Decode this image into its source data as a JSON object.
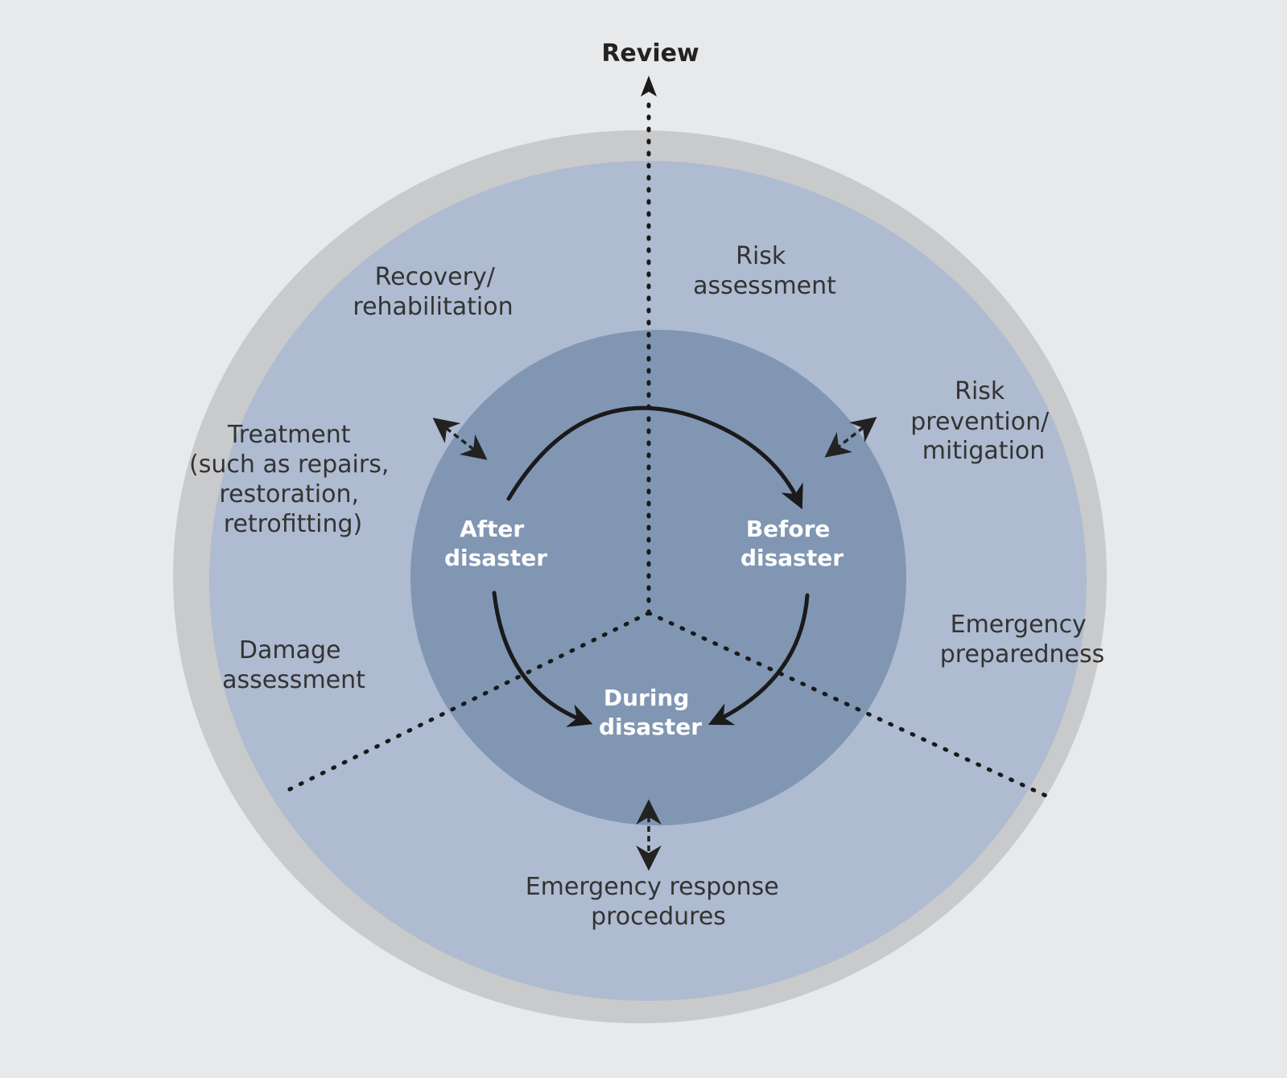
{
  "diagram": {
    "review": "Review",
    "outer_ring": {
      "risk_assessment": [
        "Risk",
        "assessment"
      ],
      "risk_prevention": [
        "Risk",
        "prevention/",
        "mitigation"
      ],
      "emergency_preparedness": [
        "Emergency",
        "preparedness"
      ],
      "emergency_response": [
        "Emergency response",
        "procedures"
      ],
      "damage_assessment": [
        "Damage",
        "assessment"
      ],
      "treatment": [
        "Treatment",
        "(such as repairs,",
        "restoration,",
        "retrofitting)"
      ],
      "recovery": [
        "Recovery/",
        "rehabilitation"
      ]
    },
    "inner_circle": {
      "after": [
        "After",
        "disaster"
      ],
      "before": [
        "Before",
        "disaster"
      ],
      "during": [
        "During",
        "disaster"
      ]
    },
    "colors": {
      "background": "#e8e9ea",
      "outer_rim": "#c9cacc",
      "outer_ring": "#aebbd0",
      "inner_circle": "#8096b3",
      "arrow": "#1a1a1a",
      "inner_text": "#ffffff"
    }
  }
}
